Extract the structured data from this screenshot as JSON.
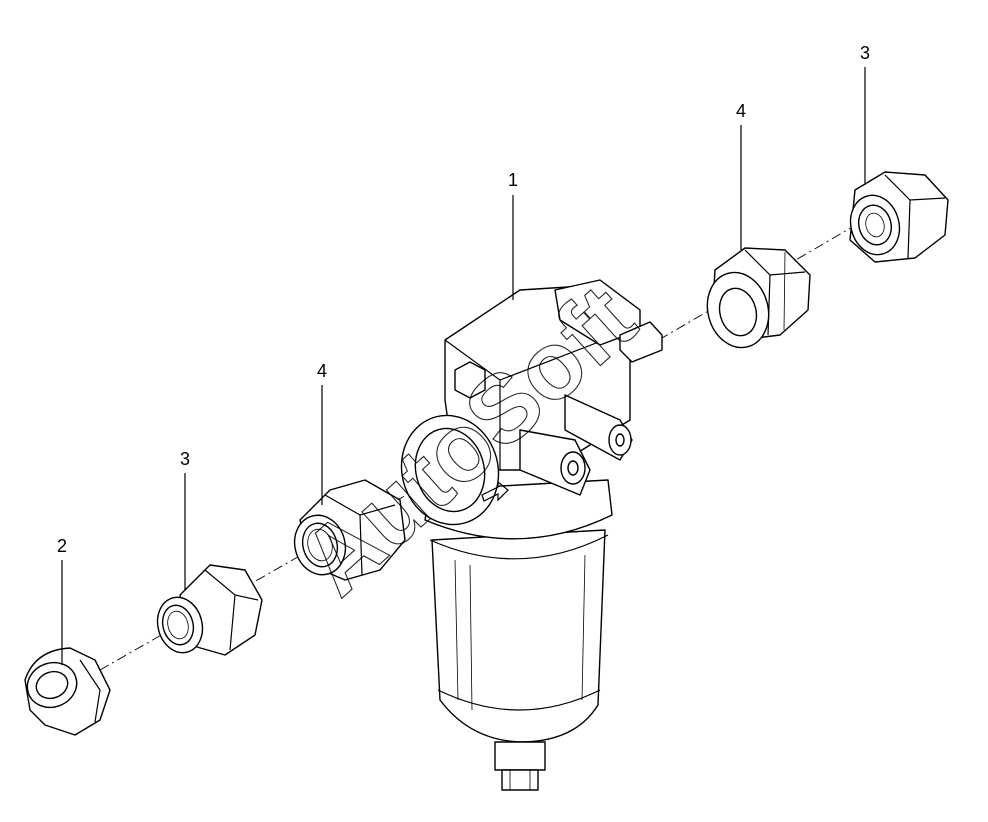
{
  "diagram": {
    "callouts": [
      {
        "id": "1",
        "label": "1"
      },
      {
        "id": "2",
        "label": "2"
      },
      {
        "id": "3a",
        "label": "3"
      },
      {
        "id": "3b",
        "label": "3"
      },
      {
        "id": "4a",
        "label": "4"
      },
      {
        "id": "4b",
        "label": "4"
      }
    ],
    "watermark": "AutoSoft"
  }
}
